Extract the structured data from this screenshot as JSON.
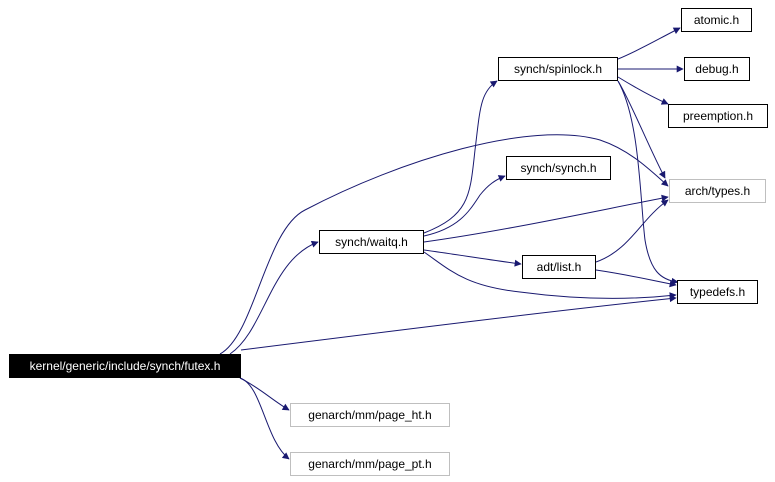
{
  "graph": {
    "nodes": {
      "futex": {
        "label": "kernel/generic/include/synch/futex.h",
        "style": "root"
      },
      "waitq": {
        "label": "synch/waitq.h",
        "style": "normal"
      },
      "spinlock": {
        "label": "synch/spinlock.h",
        "style": "normal"
      },
      "synch": {
        "label": "synch/synch.h",
        "style": "normal"
      },
      "list": {
        "label": "adt/list.h",
        "style": "normal"
      },
      "atomic": {
        "label": "atomic.h",
        "style": "normal"
      },
      "debug": {
        "label": "debug.h",
        "style": "normal"
      },
      "preemption": {
        "label": "preemption.h",
        "style": "normal"
      },
      "archtypes": {
        "label": "arch/types.h",
        "style": "external"
      },
      "typedefs": {
        "label": "typedefs.h",
        "style": "normal"
      },
      "page_ht": {
        "label": "genarch/mm/page_ht.h",
        "style": "external"
      },
      "page_pt": {
        "label": "genarch/mm/page_pt.h",
        "style": "external"
      }
    },
    "edges": [
      [
        "futex",
        "waitq"
      ],
      [
        "futex",
        "archtypes"
      ],
      [
        "futex",
        "typedefs"
      ],
      [
        "futex",
        "page_ht"
      ],
      [
        "futex",
        "page_pt"
      ],
      [
        "waitq",
        "spinlock"
      ],
      [
        "waitq",
        "synch"
      ],
      [
        "waitq",
        "list"
      ],
      [
        "waitq",
        "archtypes"
      ],
      [
        "waitq",
        "typedefs"
      ],
      [
        "spinlock",
        "atomic"
      ],
      [
        "spinlock",
        "debug"
      ],
      [
        "spinlock",
        "preemption"
      ],
      [
        "spinlock",
        "archtypes"
      ],
      [
        "spinlock",
        "typedefs"
      ],
      [
        "list",
        "archtypes"
      ],
      [
        "list",
        "typedefs"
      ]
    ],
    "edge_color": "#191970",
    "root_fill": "#000000"
  }
}
